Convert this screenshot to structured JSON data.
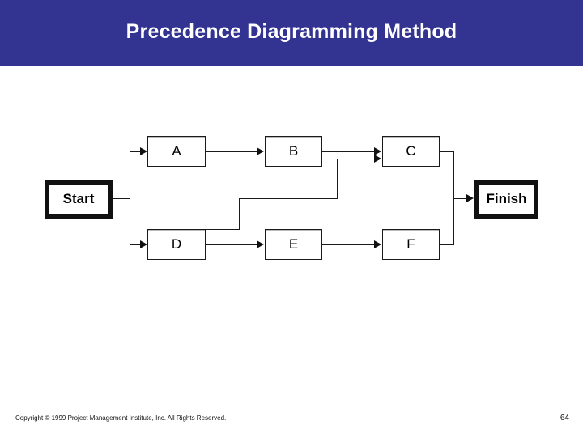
{
  "slide": {
    "title": "Precedence Diagramming Method",
    "title_band_color": "#333391",
    "title_text_color": "#ffffff",
    "background_color": "#ffffff"
  },
  "diagram": {
    "type": "precedence-network",
    "line_color": "#1a1a1a",
    "nodes": [
      {
        "id": "start",
        "label": "Start",
        "kind": "terminal"
      },
      {
        "id": "a",
        "label": "A",
        "kind": "activity"
      },
      {
        "id": "b",
        "label": "B",
        "kind": "activity"
      },
      {
        "id": "c",
        "label": "C",
        "kind": "activity"
      },
      {
        "id": "d",
        "label": "D",
        "kind": "activity"
      },
      {
        "id": "e",
        "label": "E",
        "kind": "activity"
      },
      {
        "id": "f",
        "label": "F",
        "kind": "activity"
      },
      {
        "id": "finish",
        "label": "Finish",
        "kind": "terminal"
      }
    ],
    "edges": [
      {
        "from": "start",
        "to": "a"
      },
      {
        "from": "start",
        "to": "d"
      },
      {
        "from": "a",
        "to": "b"
      },
      {
        "from": "b",
        "to": "c"
      },
      {
        "from": "d",
        "to": "e"
      },
      {
        "from": "d",
        "to": "c"
      },
      {
        "from": "e",
        "to": "f"
      },
      {
        "from": "c",
        "to": "finish"
      },
      {
        "from": "f",
        "to": "finish"
      }
    ]
  },
  "footer": {
    "copyright": "Copyright © 1999 Project Management Institute, Inc. All Rights Reserved.",
    "page_number": "64"
  }
}
